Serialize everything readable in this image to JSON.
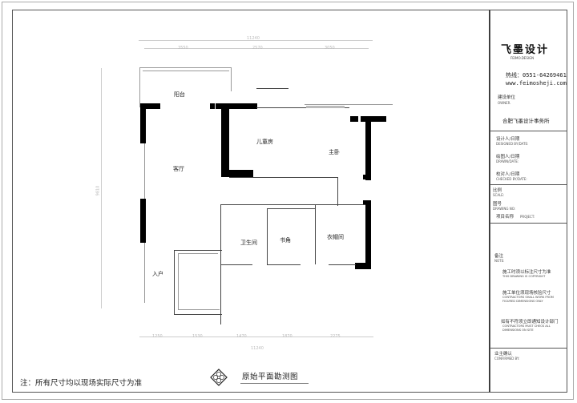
{
  "title_block": {
    "brand_cn": "飞墨设计",
    "brand_en": "FEIMO.DESIGN",
    "hotline": "热线：0551-64269461",
    "website": "www.feimosheji.com",
    "client_label_cn": "建设单位",
    "client_label_en": "OWNER.",
    "firm_name": "合肥飞墨设计事务所",
    "fields": [
      {
        "cn": "设计人/日期",
        "en": "DESIGNED BY/DATE:"
      },
      {
        "cn": "绘图人/日期",
        "en": "DRAWN/DATE:"
      },
      {
        "cn": "校对人/日期",
        "en": "CHECKED BY/DATE:"
      },
      {
        "cn": "比例",
        "en": "SCALE:"
      },
      {
        "cn": "图号",
        "en": "DRAWING NO:"
      },
      {
        "cn": "项目名称",
        "en": "PROJECT:"
      }
    ],
    "notes_label_cn": "备注",
    "notes_label_en": "NOTE:",
    "notes": [
      {
        "cn": "施工时须以标注尺寸为准",
        "en": "THIS DRAWING IS COPYRIGHT"
      },
      {
        "cn": "施工单位须现场核验尺寸",
        "en": "CONTRACTORS SHALL WORK FROM FIGURED DIMENSIONS ONLY"
      },
      {
        "cn": "如有不符须立即通知设计部门",
        "en": "CONTRACTORS MUST CHECK ALL DIMENSIONS ON SITE"
      }
    ],
    "confirm_cn": "业主确认",
    "confirm_en": "CONFIRMED BY:"
  },
  "floor_plan": {
    "rooms": {
      "balcony": "阳台",
      "living_room": "客厅",
      "kids_room": "儿童房",
      "master_bedroom": "主卧",
      "bathroom": "卫生间",
      "study": "书角",
      "walk_in_closet": "衣帽间",
      "entrance": "入户"
    },
    "dimensions": {
      "top_total": "11240",
      "top_segments": [
        "3550",
        "2570",
        "3050"
      ],
      "bottom_total": "11240",
      "bottom_segments": [
        "1250",
        "1530",
        "1470",
        "1870",
        "2275"
      ],
      "left_total": "9810"
    }
  },
  "footer": {
    "note": "注：所有尺寸均以现场实际尺寸为准",
    "drawing_title": "原始平面勘测图"
  }
}
